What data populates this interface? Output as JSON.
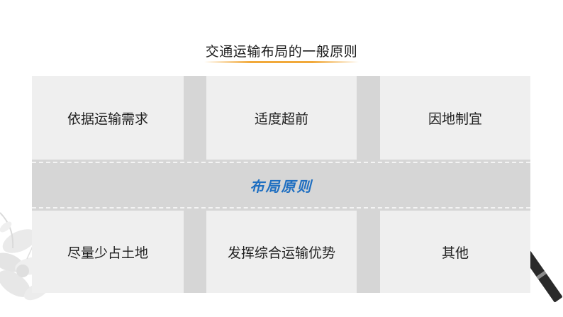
{
  "title": "交通运输布局的一般原则",
  "center_label": "布局原则",
  "cells": {
    "top_left": "依据运输需求",
    "top_middle": "适度超前",
    "top_right": "因地制宜",
    "bottom_left": "尽量少占土地",
    "bottom_middle": "发挥综合运输优势",
    "bottom_right": "其他"
  },
  "colors": {
    "accent_underline": "#f1a93a",
    "center_label": "#1f6fc1",
    "cell_bg": "#efefef",
    "frame_bg": "#d6d6d6"
  },
  "icons": [
    "flower-decoration-icon",
    "pen-decoration-icon"
  ]
}
